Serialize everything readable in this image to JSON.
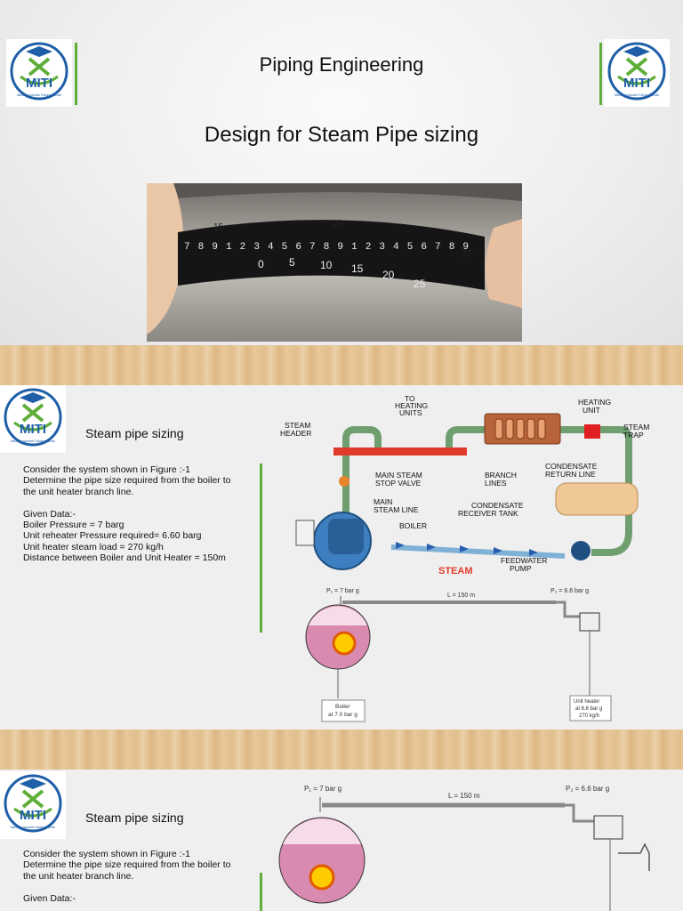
{
  "slide1": {
    "title": "Piping Engineering",
    "subtitle": "Design for Steam Pipe sizing",
    "photo_scale": {
      "top_numbers": [
        "15",
        "16",
        "17"
      ],
      "top_digits": "789123456789123456789",
      "bottom_numbers": [
        "0",
        "5",
        "10",
        "15",
        "20",
        "25"
      ]
    }
  },
  "logo": {
    "text": "MITI",
    "tagline": "Marishot Industrial Training Institute"
  },
  "slide2": {
    "heading": "Steam pipe sizing",
    "body": "Consider the system shown in Figure :-1\nDetermine the pipe size required from the boiler to\n the unit heater branch line.\n\nGiven Data:-\nBoiler Pressure = 7 barg\nUnit reheater Pressure required= 6.60 barg\nUnit heater steam load = 270 kg/h\nDistance between Boiler and Unit Heater = 150m",
    "diagram": {
      "to_heating_units": "TO\nHEATING\nUNITS",
      "heating_unit": "HEATING\nUNIT",
      "steam_trap": "STEAM\nTRAP",
      "steam_header": "STEAM\nHEADER",
      "main_steam_stop_valve": "MAIN STEAM\nSTOP VALVE",
      "branch_lines": "BRANCH\nLINES",
      "condensate_return_line": "CONDENSATE\nRETURN LINE",
      "main_steam_line": "MAIN\nSTEAM LINE",
      "condensate_receiver_tank": "CONDENSATE\nRECEIVER TANK",
      "boiler": "BOILER",
      "feedwater_pump": "FEEDWATER\nPUMP",
      "steam": "STEAM"
    },
    "figure": {
      "p1": "P₁ = 7 bar g",
      "length": "L = 150 m",
      "p2": "P₂ = 6.6 bar g",
      "boiler_label": "Boiler\nat 7.0 bar g",
      "unit_heater_label": "Unit heater\nat 6.6 bar g\n270 kg/h"
    }
  },
  "slide3": {
    "heading": "Steam pipe sizing",
    "body": "Consider the system shown in Figure :-1\nDetermine the pipe size required from the boiler to\n the unit heater branch line.\n\nGiven Data:-",
    "figure": {
      "p1": "P₁ = 7 bar g",
      "length": "L = 150 m",
      "p2": "P₂ = 6.6 bar g"
    }
  },
  "colors": {
    "accent_green": "#5fae3a",
    "logo_blue": "#1f5fa8",
    "steam_red": "#e03a2a",
    "boiler_pink": "#d98ab0"
  }
}
